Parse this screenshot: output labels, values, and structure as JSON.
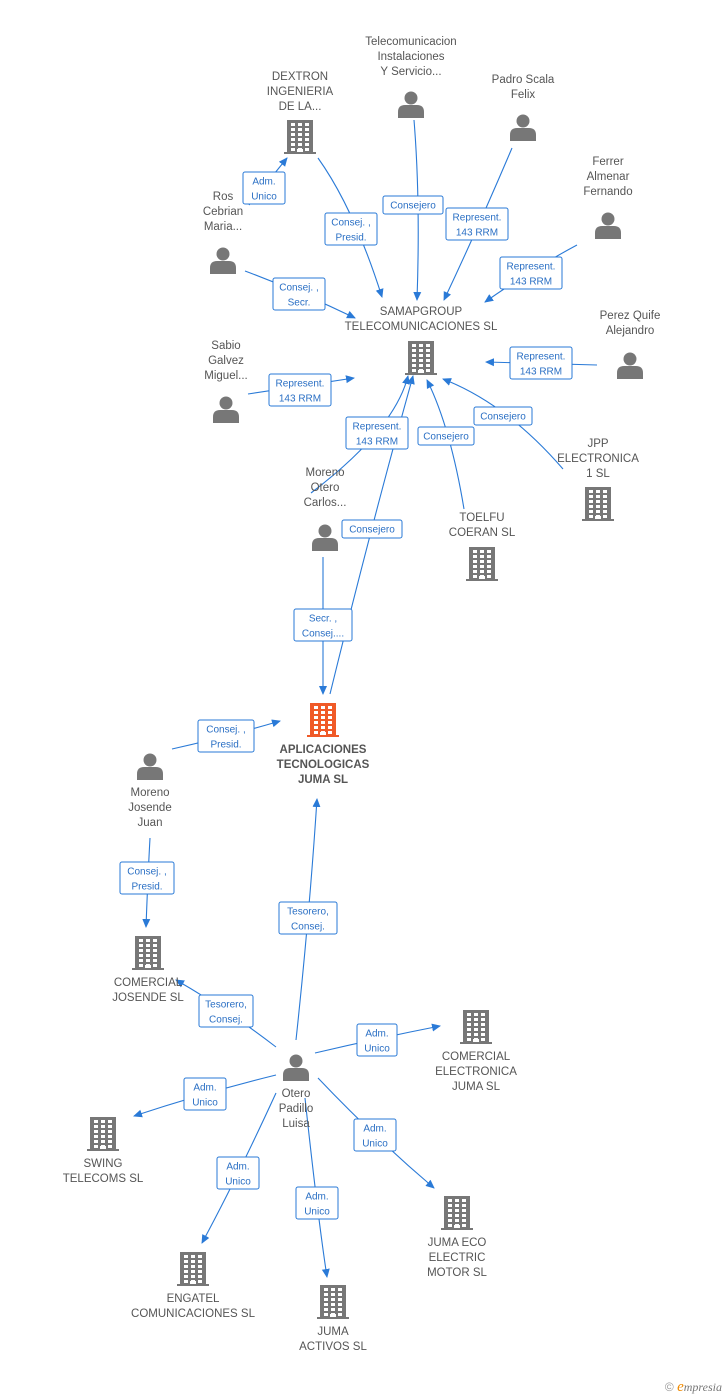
{
  "colors": {
    "edge": "#2a7ad7",
    "edge_text": "#2a6fc4",
    "node": "#777777",
    "focus": "#f05a28",
    "label": "#555555"
  },
  "nodes": [
    {
      "id": "telecom_inst",
      "type": "person",
      "label": [
        "Telecomunicacion",
        "Instalaciones",
        "Y Servicio..."
      ]
    },
    {
      "id": "dextron",
      "type": "company",
      "label": [
        "DEXTRON",
        "INGENIERIA",
        "DE LA..."
      ]
    },
    {
      "id": "padro",
      "type": "person",
      "label": [
        "Padro Scala",
        "Felix"
      ]
    },
    {
      "id": "ferrer",
      "type": "person",
      "label": [
        "Ferrer",
        "Almenar",
        "Fernando"
      ]
    },
    {
      "id": "ros",
      "type": "person",
      "label": [
        "Ros",
        "Cebrian",
        "Maria..."
      ]
    },
    {
      "id": "samapgroup",
      "type": "company",
      "label": [
        "SAMAPGROUP",
        "TELECOMUNICACIONES SL"
      ]
    },
    {
      "id": "perez",
      "type": "person",
      "label": [
        "Perez Quife",
        "Alejandro"
      ]
    },
    {
      "id": "sabio",
      "type": "person",
      "label": [
        "Sabio",
        "Galvez",
        "Miguel..."
      ]
    },
    {
      "id": "jpp",
      "type": "company",
      "label": [
        "JPP",
        "ELECTRONICA",
        "1 SL"
      ]
    },
    {
      "id": "moreno_otero",
      "type": "person",
      "label": [
        "Moreno",
        "Otero",
        "Carlos..."
      ]
    },
    {
      "id": "toelfu",
      "type": "company",
      "label": [
        "TOELFU",
        "COERAN SL"
      ]
    },
    {
      "id": "aplicaciones",
      "type": "focus",
      "label": [
        "APLICACIONES",
        "TECNOLOGICAS",
        "JUMA SL"
      ]
    },
    {
      "id": "moreno_josende",
      "type": "person",
      "label": [
        "Moreno",
        "Josende",
        "Juan"
      ]
    },
    {
      "id": "comercial_josende",
      "type": "company",
      "label": [
        "COMERCIAL",
        "JOSENDE SL"
      ]
    },
    {
      "id": "comercial_electronica",
      "type": "company",
      "label": [
        "COMERCIAL",
        "ELECTRONICA",
        "JUMA SL"
      ]
    },
    {
      "id": "otero",
      "type": "person",
      "label": [
        "Otero",
        "Padillo",
        "Luisa"
      ]
    },
    {
      "id": "swing",
      "type": "company",
      "label": [
        "SWING",
        "TELECOMS SL"
      ]
    },
    {
      "id": "juma_eco",
      "type": "company",
      "label": [
        "JUMA ECO",
        "ELECTRIC",
        "MOTOR SL"
      ]
    },
    {
      "id": "engatel",
      "type": "company",
      "label": [
        "ENGATEL",
        "COMUNICACIONES SL"
      ]
    },
    {
      "id": "juma_activos",
      "type": "company",
      "label": [
        "JUMA",
        "ACTIVOS SL"
      ]
    }
  ],
  "edges": [
    {
      "from": "ros",
      "to": "dextron",
      "label": [
        "Adm.",
        "Unico"
      ]
    },
    {
      "from": "dextron",
      "to": "samapgroup",
      "label": [
        "Consej. ,",
        "Presid."
      ]
    },
    {
      "from": "telecom_inst",
      "to": "samapgroup",
      "label": [
        "Consejero"
      ]
    },
    {
      "from": "padro",
      "to": "samapgroup",
      "label": [
        "Represent.",
        "143 RRM"
      ]
    },
    {
      "from": "ferrer",
      "to": "samapgroup",
      "label": [
        "Represent.",
        "143 RRM"
      ]
    },
    {
      "from": "ros",
      "to": "samapgroup",
      "label": [
        "Consej. ,",
        "Secr."
      ]
    },
    {
      "from": "perez",
      "to": "samapgroup",
      "label": [
        "Represent.",
        "143 RRM"
      ]
    },
    {
      "from": "sabio",
      "to": "samapgroup",
      "label": [
        "Represent.",
        "143 RRM"
      ]
    },
    {
      "from": "jpp",
      "to": "samapgroup",
      "label": [
        "Consejero"
      ]
    },
    {
      "from": "toelfu",
      "to": "samapgroup",
      "label": [
        "Consejero"
      ]
    },
    {
      "from": "moreno_otero",
      "to": "samapgroup",
      "label": [
        "Represent.",
        "143 RRM"
      ]
    },
    {
      "from": "aplicaciones",
      "to": "samapgroup",
      "label": [
        "Consejero"
      ]
    },
    {
      "from": "moreno_otero",
      "to": "aplicaciones",
      "label": [
        "Secr. ,",
        "Consej...."
      ]
    },
    {
      "from": "moreno_josende",
      "to": "aplicaciones",
      "label": [
        "Consej. ,",
        "Presid."
      ]
    },
    {
      "from": "moreno_josende",
      "to": "comercial_josende",
      "label": [
        "Consej. ,",
        "Presid."
      ]
    },
    {
      "from": "otero",
      "to": "aplicaciones",
      "label": [
        "Tesorero,",
        "Consej."
      ]
    },
    {
      "from": "otero",
      "to": "comercial_josende",
      "label": [
        "Tesorero,",
        "Consej."
      ]
    },
    {
      "from": "otero",
      "to": "comercial_electronica",
      "label": [
        "Adm.",
        "Unico"
      ]
    },
    {
      "from": "otero",
      "to": "swing",
      "label": [
        "Adm.",
        "Unico"
      ]
    },
    {
      "from": "otero",
      "to": "juma_eco",
      "label": [
        "Adm.",
        "Unico"
      ]
    },
    {
      "from": "otero",
      "to": "engatel",
      "label": [
        "Adm.",
        "Unico"
      ]
    },
    {
      "from": "otero",
      "to": "juma_activos",
      "label": [
        "Adm.",
        "Unico"
      ]
    }
  ],
  "brand": {
    "copyright": "©",
    "logo_e": "e",
    "logo_rest": "mpresia"
  }
}
